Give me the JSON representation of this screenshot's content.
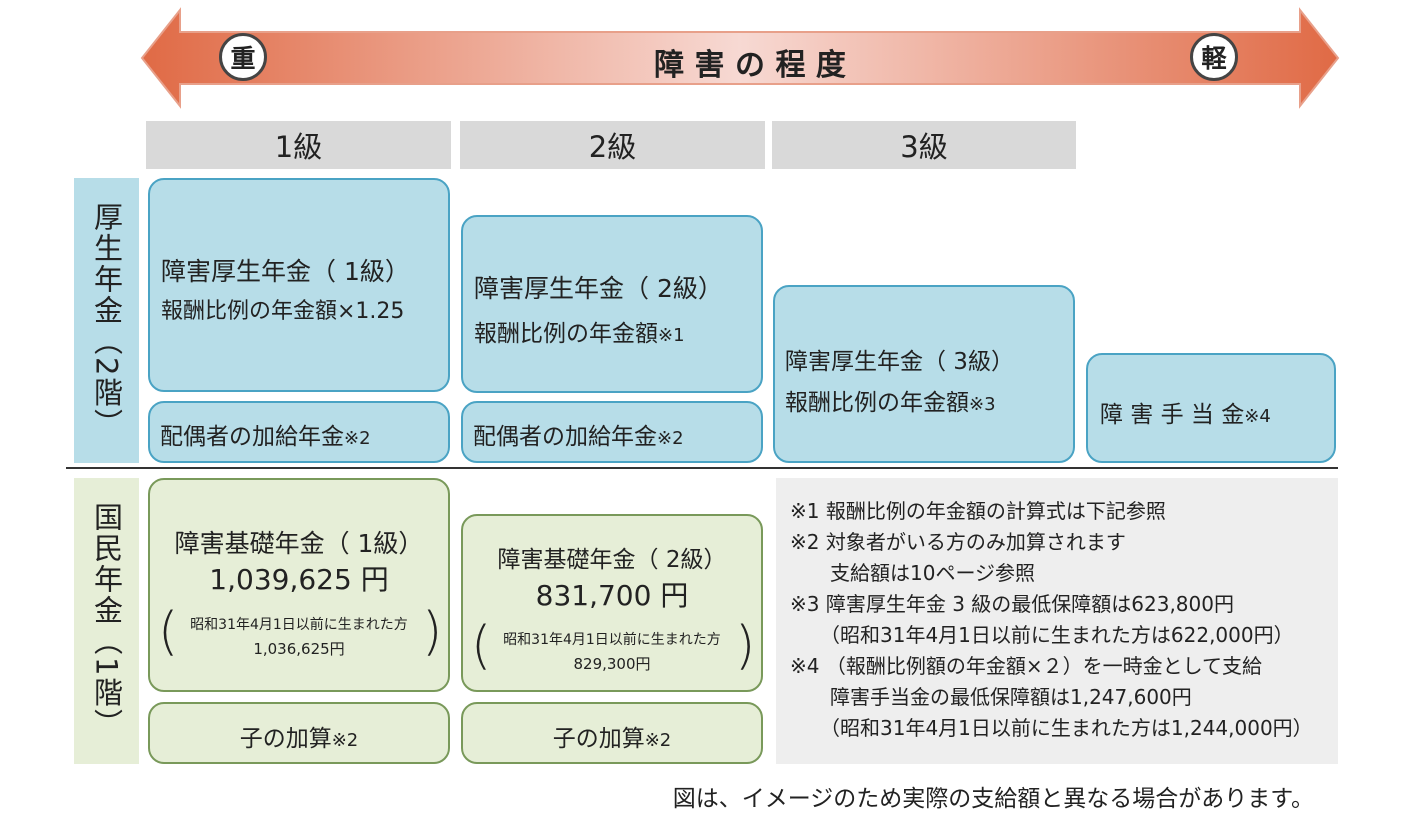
{
  "arrow": {
    "title": "障 害 の 程 度",
    "left_label": "重",
    "right_label": "軽",
    "color_dark": "#e06a45",
    "color_light": "#f7d9d3"
  },
  "grades": [
    "1級",
    "2級",
    "3級"
  ],
  "rows": {
    "kosei": "厚生年金（2階）",
    "kokumin": "国民年金（1階）"
  },
  "kosei_boxes": {
    "g1": {
      "title": "障害厚生年金（ 1級）",
      "sub": "報酬比例の年金額×1.25"
    },
    "g1_spouse": {
      "text": "配偶者の加給年金",
      "note": "※2"
    },
    "g2": {
      "title": "障害厚生年金（ 2級）",
      "sub": "報酬比例の年金額",
      "sub_note": "※1"
    },
    "g2_spouse": {
      "text": "配偶者の加給年金",
      "note": "※2"
    },
    "g3": {
      "title": "障害厚生年金（ 3級）",
      "sub": "報酬比例の年金額",
      "sub_note": "※3"
    },
    "teate": {
      "text": "障 害 手 当 金",
      "note": "※4"
    }
  },
  "kokumin_boxes": {
    "g1": {
      "title": "障害基礎年金（ 1級）",
      "amount": "1,039,625 円",
      "old_label": "昭和31年4月1日以前に生まれた方",
      "old_amount": "1,036,625円"
    },
    "g1_child": {
      "text": "子の加算",
      "note": "※2"
    },
    "g2": {
      "title": "障害基礎年金（ 2級）",
      "amount": "831,700 円",
      "old_label": "昭和31年4月1日以前に生まれた方",
      "old_amount": "829,300円"
    },
    "g2_child": {
      "text": "子の加算",
      "note": "※2"
    }
  },
  "notes": [
    "※1 報酬比例の年金額の計算式は下記参照",
    "※2 対象者がいる方のみ加算されます",
    "　　支給額は10ページ参照",
    "※3 障害厚生年金 3 級の最低保障額は623,800円",
    "　　（昭和31年4月1日以前に生まれた方は622,000円）",
    "※4 （報酬比例額の年金額×２）を一時金として支給",
    "　　障害手当金の最低保障額は1,247,600円",
    "　　（昭和31年4月1日以前に生まれた方は1,244,000円）"
  ],
  "footer": "図は、イメージのため実際の支給額と異なる場合があります。"
}
